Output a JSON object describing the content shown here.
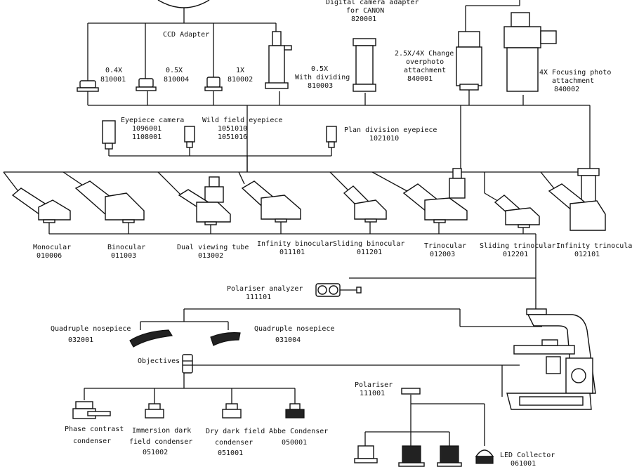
{
  "top": {
    "ccd_adapter": "CCD Adapter",
    "a04": [
      "0.4X",
      "810001"
    ],
    "a05": [
      "0.5X",
      "810004"
    ],
    "a1x": [
      "1X",
      "810002"
    ],
    "a05d": [
      "0.5X",
      "With dividing",
      "810003"
    ],
    "canon": [
      "Digital camera adapter",
      "for CANON",
      "820001"
    ],
    "change": [
      "2.5X/4X Change",
      "overphoto",
      "attachment",
      "840001"
    ],
    "focusing": [
      "4X Focusing photo",
      "attachment",
      "840002"
    ]
  },
  "eyepieces": {
    "camera": [
      "Eyepiece camera",
      "1096001",
      "1108001"
    ],
    "wild": [
      "Wild field eyepiece",
      "1051010",
      "1051016"
    ],
    "plan": [
      "Plan division eyepiece",
      "1021010"
    ]
  },
  "heads": {
    "monocular": [
      "Monocular",
      "010006"
    ],
    "binocular": [
      "Binocular",
      "011003"
    ],
    "dual": [
      "Dual viewing tube",
      "013002"
    ],
    "inf_bino": [
      "Infinity binocular",
      "011101"
    ],
    "sliding_bino": [
      "Sliding binocular",
      "011201"
    ],
    "trinocular": [
      "Trinocular",
      "012003"
    ],
    "sliding_trino": [
      "Sliding trinocular",
      "012201"
    ],
    "inf_trino": [
      "Infinity trinocular",
      "012101"
    ]
  },
  "middle": {
    "analyzer": [
      "Polariser analyzer",
      "111101"
    ],
    "nose_left": [
      "Quadruple nosepiece",
      "032001"
    ],
    "nose_right": [
      "Quadruple nosepiece",
      "031004"
    ],
    "objectives": "Objectives"
  },
  "bottom": {
    "phase": [
      "Phase contrast",
      "condenser"
    ],
    "immersion": [
      "Immersion dark",
      "field condenser",
      "051002"
    ],
    "dry": [
      "Dry dark field",
      "condenser",
      "051001"
    ],
    "abbe": [
      "Abbe Condenser",
      "050001"
    ],
    "polariser": [
      "Polariser",
      "111001"
    ],
    "led": [
      "LED Collector",
      "061001"
    ]
  }
}
